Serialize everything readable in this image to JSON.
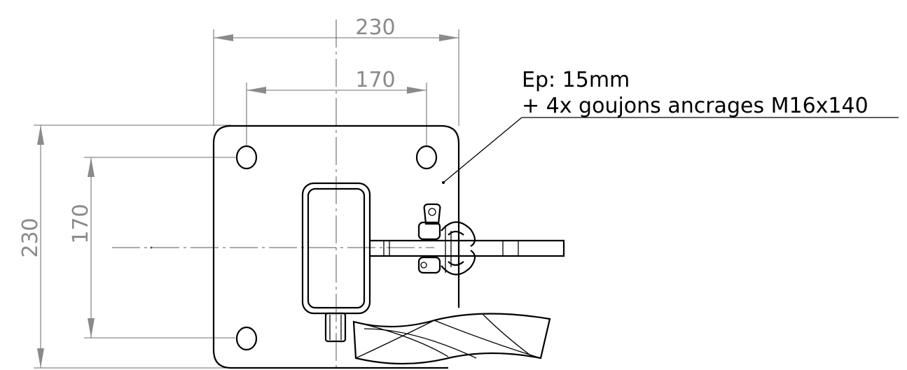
{
  "dimensions": {
    "plate_width": "230",
    "hole_spacing_horizontal": "170",
    "plate_height": "230",
    "hole_spacing_vertical": "170"
  },
  "note": {
    "line1": "Ep: 15mm",
    "line2": "+ 4x goujons ancrages M16x140"
  },
  "colors": {
    "dimension": "#8a8a8a",
    "geometry": "#000000"
  }
}
